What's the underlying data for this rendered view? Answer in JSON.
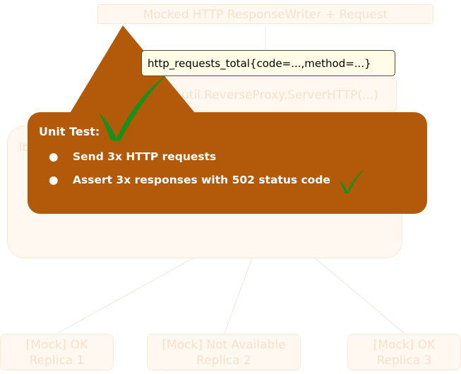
{
  "diagram": {
    "top_box": "Mocked HTTP ResponseWriter + Request",
    "proxy_box": "util.ReverseProxy.ServerHTTP(...)",
    "lb_box": "lb",
    "metric_label": "http_requests_total{code=...,method=...}",
    "replicas": [
      {
        "line1": "[Mock] OK",
        "line2": "Replica 1"
      },
      {
        "line1": "[Mock] Not Available",
        "line2": "Replica 2"
      },
      {
        "line1": "[Mock] OK",
        "line2": "Replica 3"
      }
    ]
  },
  "callout": {
    "title": "Unit Test:",
    "bullet_symbol": "●",
    "bullets": [
      "Send 3x HTTP requests",
      "Assert 3x responses with 502 status code"
    ]
  },
  "colors": {
    "callout_fill": "#b35a0a",
    "check_green": "#1a8f1a",
    "faded_text": "#f6e2cc",
    "metric_fill": "#fffde6"
  }
}
